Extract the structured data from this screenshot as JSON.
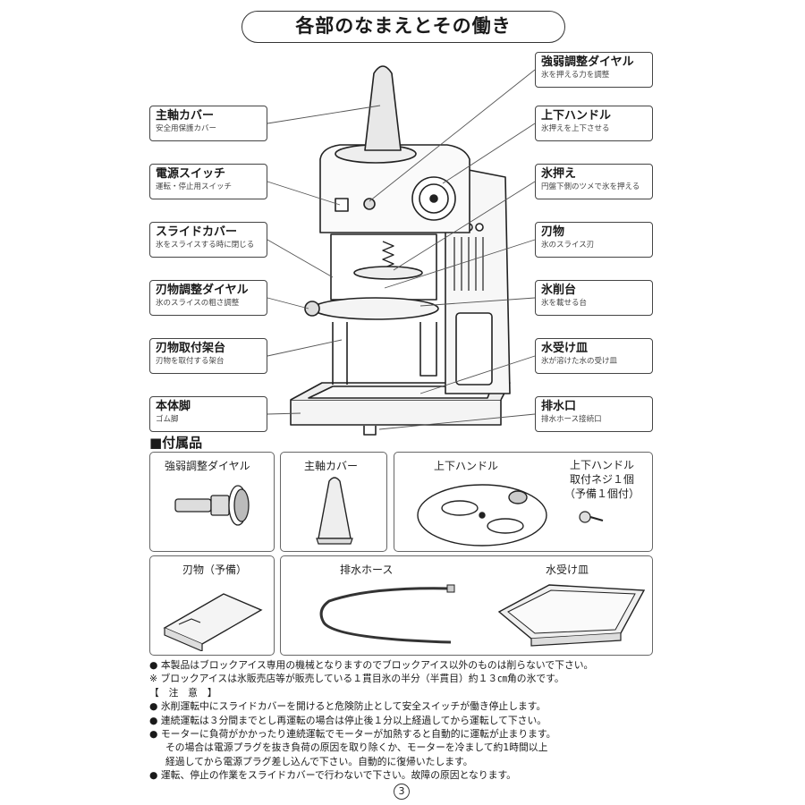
{
  "title": "各部のなまえとその働き",
  "parts_left": [
    {
      "name": "主軸カバー",
      "desc": "安全用保護カバー"
    },
    {
      "name": "電源スイッチ",
      "desc": "運転・停止用スイッチ"
    },
    {
      "name": "スライドカバー",
      "desc": "氷をスライスする時に閉じる"
    },
    {
      "name": "刃物調整ダイヤル",
      "desc": "氷のスライスの粗さ調整"
    },
    {
      "name": "刃物取付架台",
      "desc": "刃物を取付する架台"
    },
    {
      "name": "本体脚",
      "desc": "ゴム脚"
    }
  ],
  "parts_right": [
    {
      "name": "強弱調整ダイヤル",
      "desc": "氷を押える力を調整"
    },
    {
      "name": "上下ハンドル",
      "desc": "氷押えを上下させる"
    },
    {
      "name": "氷押え",
      "desc": "円盤下側のツメで氷を押える"
    },
    {
      "name": "刃物",
      "desc": "氷のスライス刃"
    },
    {
      "name": "氷削台",
      "desc": "氷を載せる台"
    },
    {
      "name": "水受け皿",
      "desc": "氷が溶けた水の受け皿"
    },
    {
      "name": "排水口",
      "desc": "排水ホース接続口"
    }
  ],
  "accessories": {
    "heading": "■付属品",
    "dial": "強弱調整ダイヤル",
    "cover": "主軸カバー",
    "handle": "上下ハンドル",
    "screw_1": "上下ハンドル",
    "screw_2": "取付ネジ１個",
    "screw_3": "（予備１個付）",
    "blade": "刃物（予備）",
    "hose": "排水ホース",
    "tray": "水受け皿"
  },
  "notes": {
    "n1": "●  本製品はブロックアイス専用の機械となりますのでブロックアイス以外のものは削らないで下さい。",
    "n2": "※  ブロックアイスは氷販売店等が販売している１貫目氷の半分（半貫目）約１３㎝角の氷です。",
    "caution": "【　注　意　】",
    "c1": "●  氷削運転中にスライドカバーを開けると危険防止として安全スイッチが働き停止します。",
    "c2": "●  連続運転は３分間までとし再運転の場合は停止後１分以上経過してから運転して下さい。",
    "c3": "●  モーターに負荷がかかったり連続運転でモーターが加熱すると自動的に運転が止まります。",
    "c3b": "その場合は電源プラグを抜き負荷の原因を取り除くか、モーターを冷まして約1時間以上",
    "c3c": "経過してから電源プラグ差し込んで下さい。自動的に復帰いたします。",
    "c4": "●  運転、停止の作業をスライドカバーで行わないで下さい。故障の原因となります。"
  },
  "page_number": "3"
}
